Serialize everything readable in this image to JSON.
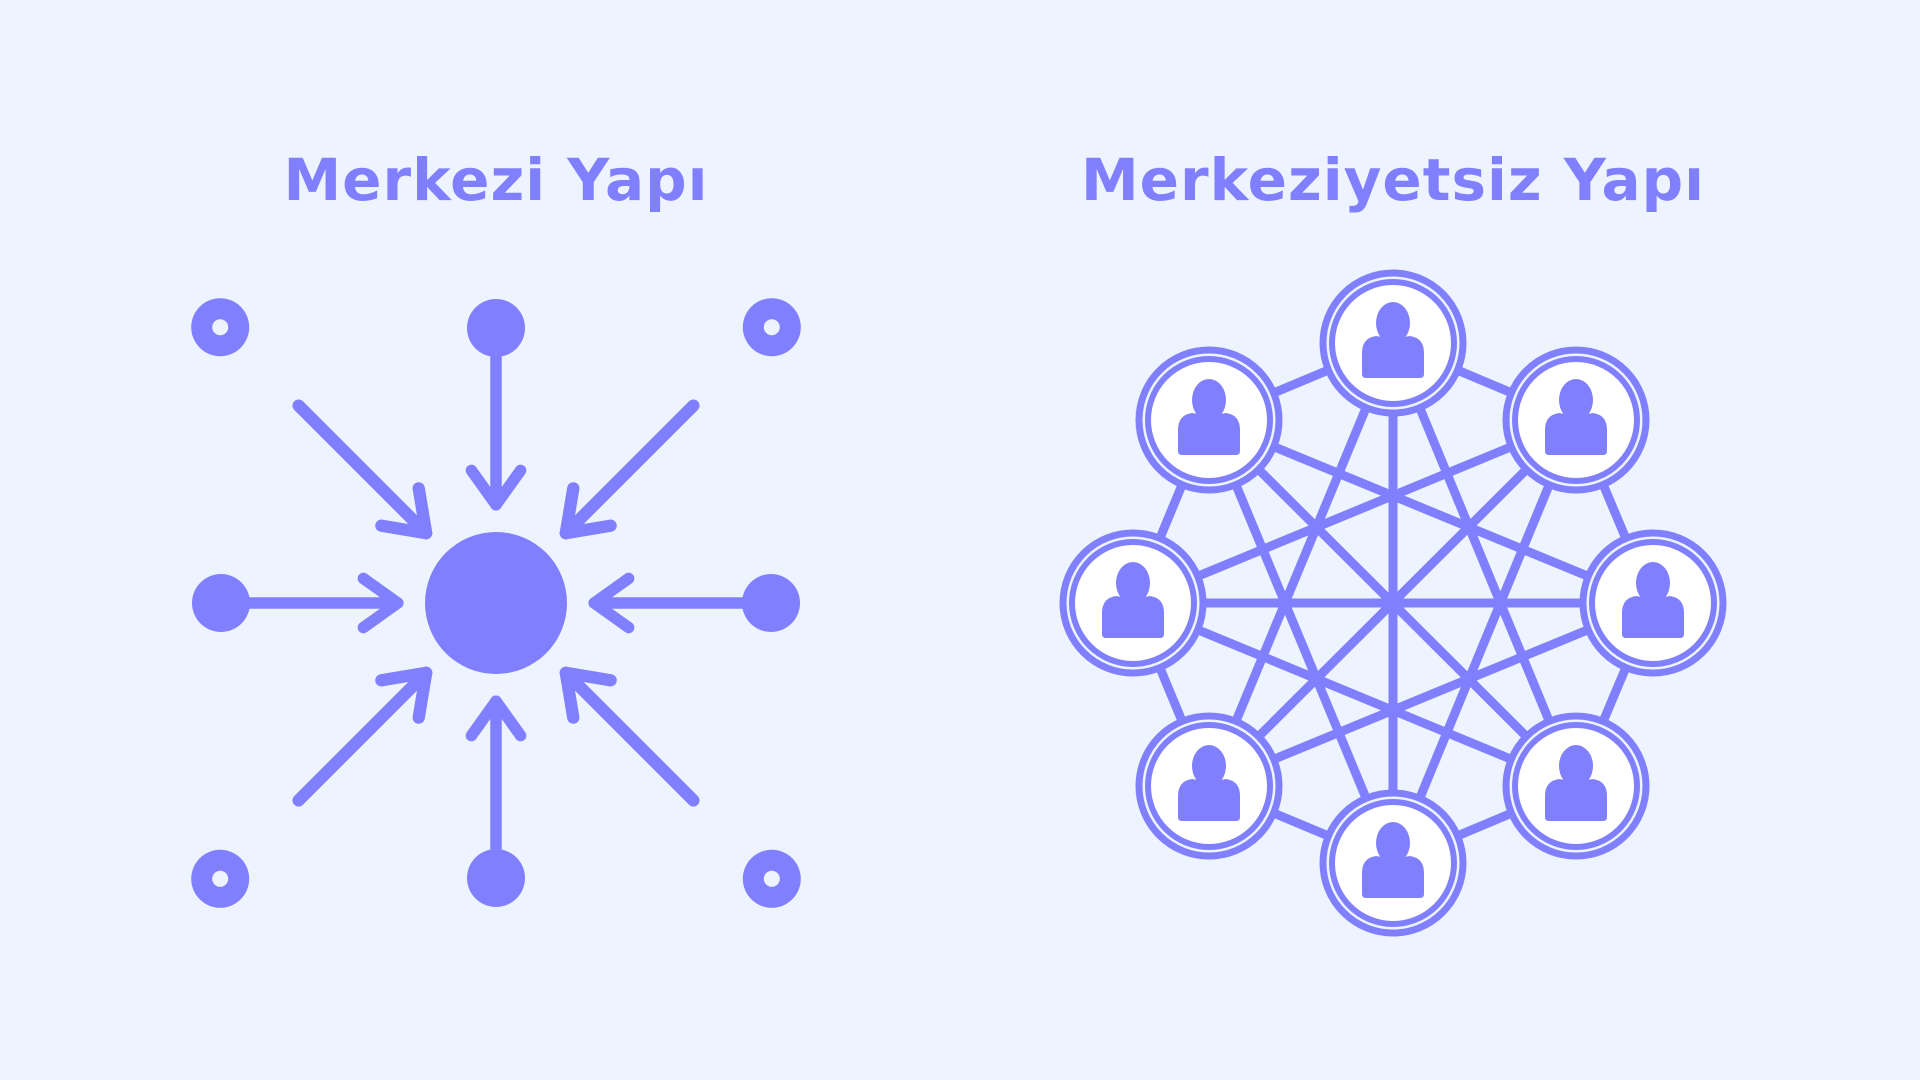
{
  "colors": {
    "background": "#EEF4FF",
    "accent": "#8080FF",
    "white": "#FFFFFF"
  },
  "left_panel": {
    "title": "Merkezi Yapı",
    "icon": "centralized-network-icon"
  },
  "right_panel": {
    "title": "Merkeziyetsiz Yapı",
    "icon": "decentralized-network-icon",
    "node_icon": "user-icon",
    "node_count": 8
  }
}
